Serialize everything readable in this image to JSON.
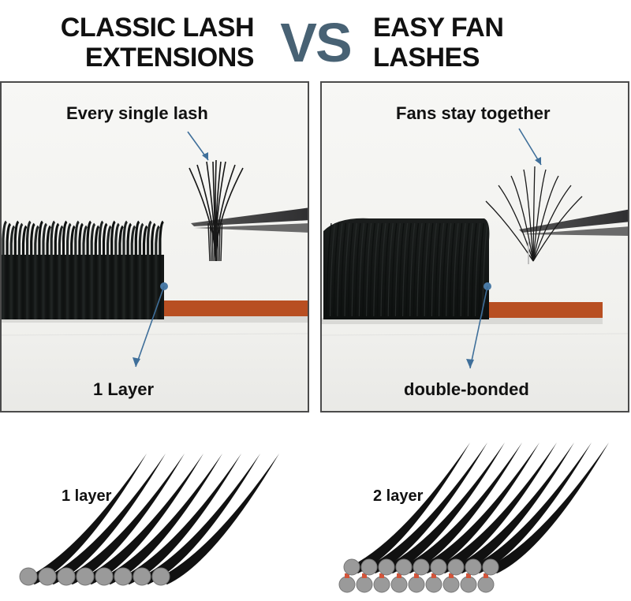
{
  "header": {
    "left_title_line1": "CLASSIC LASH",
    "left_title_line2": "EXTENSIONS",
    "vs": "VS",
    "right_title_line1": "EASY FAN",
    "right_title_line2": "LASHES"
  },
  "panels": {
    "left": {
      "top_label": "Every single lash",
      "bottom_label": "1 Layer"
    },
    "right": {
      "top_label": "Fans stay together",
      "bottom_label": "double-bonded"
    }
  },
  "bottom": {
    "left_label": "1 layer",
    "right_label": "2 layer"
  },
  "colors": {
    "vs": "#486274",
    "strip": "#b84f22",
    "lash": "#111111",
    "pointer": "#3f6f9a",
    "lash_end": "#9a9a9a",
    "glue": "#d2543a"
  }
}
